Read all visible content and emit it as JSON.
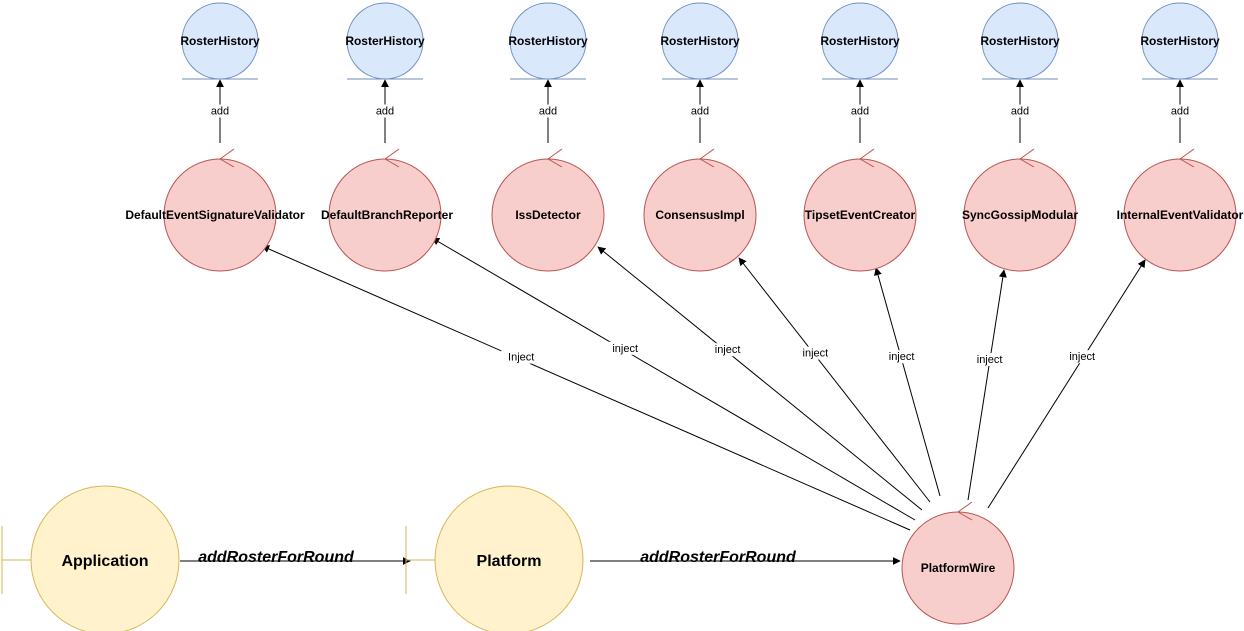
{
  "colors": {
    "entity_fill": "#dae8fc",
    "entity_stroke": "#6c8ebf",
    "control_fill": "#f8cecc",
    "control_stroke": "#b85450",
    "boundary_fill": "#fff2cc",
    "boundary_stroke": "#d6b656",
    "edge": "#000000"
  },
  "entities": [
    {
      "id": "rh1",
      "label": "RosterHistory"
    },
    {
      "id": "rh2",
      "label": "RosterHistory"
    },
    {
      "id": "rh3",
      "label": "RosterHistory"
    },
    {
      "id": "rh4",
      "label": "RosterHistory"
    },
    {
      "id": "rh5",
      "label": "RosterHistory"
    },
    {
      "id": "rh6",
      "label": "RosterHistory"
    },
    {
      "id": "rh7",
      "label": "RosterHistory"
    }
  ],
  "controls": [
    {
      "id": "c1",
      "label": "DefaultEventSignatureValidator"
    },
    {
      "id": "c2",
      "label": "DefaultBranchReporter"
    },
    {
      "id": "c3",
      "label": "IssDetector"
    },
    {
      "id": "c4",
      "label": "ConsensusImpl"
    },
    {
      "id": "c5",
      "label": "TipsetEventCreator"
    },
    {
      "id": "c6",
      "label": "SyncGossipModular"
    },
    {
      "id": "c7",
      "label": "InternalEventValidator"
    },
    {
      "id": "pw",
      "label": "PlatformWire"
    }
  ],
  "boundaries": [
    {
      "id": "app",
      "label": "Application"
    },
    {
      "id": "plat",
      "label": "Platform"
    }
  ],
  "edges": {
    "add": [
      {
        "from": "c1",
        "to": "rh1",
        "label": "add"
      },
      {
        "from": "c2",
        "to": "rh2",
        "label": "add"
      },
      {
        "from": "c3",
        "to": "rh3",
        "label": "add"
      },
      {
        "from": "c4",
        "to": "rh4",
        "label": "add"
      },
      {
        "from": "c5",
        "to": "rh5",
        "label": "add"
      },
      {
        "from": "c6",
        "to": "rh6",
        "label": "add"
      },
      {
        "from": "c7",
        "to": "rh7",
        "label": "add"
      }
    ],
    "inject": [
      {
        "from": "pw",
        "to": "c1",
        "label": "Inject"
      },
      {
        "from": "pw",
        "to": "c2",
        "label": "inject"
      },
      {
        "from": "pw",
        "to": "c3",
        "label": "inject"
      },
      {
        "from": "pw",
        "to": "c4",
        "label": "inject"
      },
      {
        "from": "pw",
        "to": "c5",
        "label": "inject"
      },
      {
        "from": "pw",
        "to": "c6",
        "label": "inject"
      },
      {
        "from": "pw",
        "to": "c7",
        "label": "inject"
      }
    ],
    "flow": [
      {
        "from": "app",
        "to": "plat",
        "label": "addRosterForRound"
      },
      {
        "from": "plat",
        "to": "pw",
        "label": "addRosterForRound"
      }
    ]
  }
}
